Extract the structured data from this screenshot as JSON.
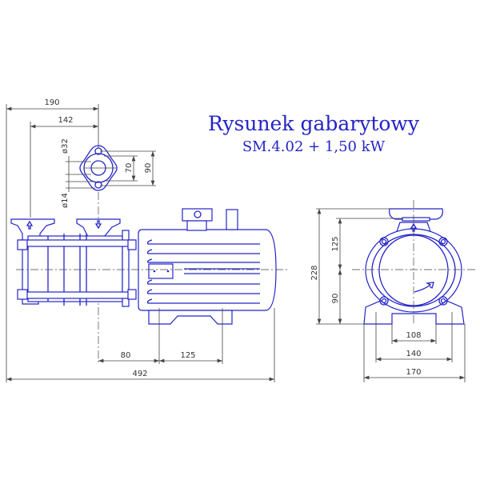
{
  "title": {
    "line1": "Rysunek gabarytowy",
    "line2": "SM.4.02 + 1,50 kW"
  },
  "colors": {
    "drawing": "#2424c8",
    "dimension": "#444444"
  },
  "dimensions": {
    "overall_width_inlet": "190",
    "inlet_to_outlet": "142",
    "flange_bore": "ø32",
    "flange_hole": "ø14",
    "flange_hole_spacing": "70",
    "flange_length": "90",
    "foot_offset": "80",
    "foot_spacing": "125",
    "overall_length": "492",
    "overall_height": "228",
    "outlet_height": "125",
    "axis_height": "90",
    "foot_inner": "108",
    "foot_holes": "140",
    "foot_width": "170"
  }
}
